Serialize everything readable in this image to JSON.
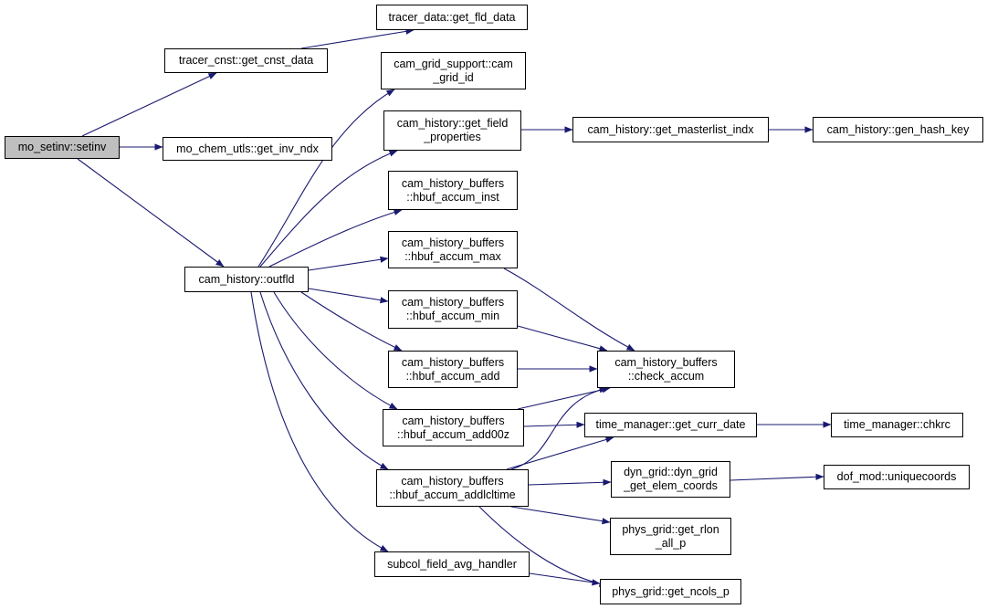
{
  "colors": {
    "edge": "#191970",
    "root_fill": "#bfbfbf",
    "node_fill": "#ffffff"
  },
  "nodes": [
    {
      "id": "setinv",
      "lines": [
        "mo_setinv::setinv"
      ],
      "root": true
    },
    {
      "id": "get_cnst_data",
      "lines": [
        "tracer_cnst::get_cnst_data"
      ]
    },
    {
      "id": "get_inv_ndx",
      "lines": [
        "mo_chem_utls::get_inv_ndx"
      ]
    },
    {
      "id": "outfld",
      "lines": [
        "cam_history::outfld"
      ]
    },
    {
      "id": "get_fld_data",
      "lines": [
        "tracer_data::get_fld_data"
      ]
    },
    {
      "id": "cam_grid_id",
      "lines": [
        "cam_grid_support::cam",
        "_grid_id"
      ]
    },
    {
      "id": "get_field_properties",
      "lines": [
        "cam_history::get_field",
        "_properties"
      ]
    },
    {
      "id": "hbuf_accum_inst",
      "lines": [
        "cam_history_buffers",
        "::hbuf_accum_inst"
      ]
    },
    {
      "id": "hbuf_accum_max",
      "lines": [
        "cam_history_buffers",
        "::hbuf_accum_max"
      ]
    },
    {
      "id": "hbuf_accum_min",
      "lines": [
        "cam_history_buffers",
        "::hbuf_accum_min"
      ]
    },
    {
      "id": "hbuf_accum_add",
      "lines": [
        "cam_history_buffers",
        "::hbuf_accum_add"
      ]
    },
    {
      "id": "hbuf_accum_add00z",
      "lines": [
        "cam_history_buffers",
        "::hbuf_accum_add00z"
      ]
    },
    {
      "id": "hbuf_accum_addlcltime",
      "lines": [
        "cam_history_buffers",
        "::hbuf_accum_addlcltime"
      ]
    },
    {
      "id": "subcol_field_avg_handler",
      "lines": [
        "subcol_field_avg_handler"
      ]
    },
    {
      "id": "get_masterlist_indx",
      "lines": [
        "cam_history::get_masterlist_indx"
      ]
    },
    {
      "id": "gen_hash_key",
      "lines": [
        "cam_history::gen_hash_key"
      ]
    },
    {
      "id": "check_accum",
      "lines": [
        "cam_history_buffers",
        "::check_accum"
      ]
    },
    {
      "id": "get_curr_date",
      "lines": [
        "time_manager::get_curr_date"
      ]
    },
    {
      "id": "chkrc",
      "lines": [
        "time_manager::chkrc"
      ]
    },
    {
      "id": "dyn_grid_get_elem_coords",
      "lines": [
        "dyn_grid::dyn_grid",
        "_get_elem_coords"
      ]
    },
    {
      "id": "uniquecoords",
      "lines": [
        "dof_mod::uniquecoords"
      ]
    },
    {
      "id": "get_rlon_all_p",
      "lines": [
        "phys_grid::get_rlon",
        "_all_p"
      ]
    },
    {
      "id": "get_ncols_p",
      "lines": [
        "phys_grid::get_ncols_p"
      ]
    }
  ],
  "edges": [
    {
      "from": "setinv",
      "to": "get_cnst_data"
    },
    {
      "from": "setinv",
      "to": "get_inv_ndx"
    },
    {
      "from": "setinv",
      "to": "outfld"
    },
    {
      "from": "get_cnst_data",
      "to": "get_fld_data"
    },
    {
      "from": "outfld",
      "to": "cam_grid_id"
    },
    {
      "from": "outfld",
      "to": "get_field_properties"
    },
    {
      "from": "outfld",
      "to": "hbuf_accum_inst"
    },
    {
      "from": "outfld",
      "to": "hbuf_accum_max"
    },
    {
      "from": "outfld",
      "to": "hbuf_accum_min"
    },
    {
      "from": "outfld",
      "to": "hbuf_accum_add"
    },
    {
      "from": "outfld",
      "to": "hbuf_accum_add00z"
    },
    {
      "from": "outfld",
      "to": "hbuf_accum_addlcltime"
    },
    {
      "from": "outfld",
      "to": "subcol_field_avg_handler"
    },
    {
      "from": "get_field_properties",
      "to": "get_masterlist_indx"
    },
    {
      "from": "get_masterlist_indx",
      "to": "gen_hash_key"
    },
    {
      "from": "hbuf_accum_max",
      "to": "check_accum"
    },
    {
      "from": "hbuf_accum_min",
      "to": "check_accum"
    },
    {
      "from": "hbuf_accum_add",
      "to": "check_accum"
    },
    {
      "from": "hbuf_accum_add00z",
      "to": "check_accum"
    },
    {
      "from": "hbuf_accum_add00z",
      "to": "get_curr_date"
    },
    {
      "from": "hbuf_accum_addlcltime",
      "to": "check_accum"
    },
    {
      "from": "hbuf_accum_addlcltime",
      "to": "get_curr_date"
    },
    {
      "from": "hbuf_accum_addlcltime",
      "to": "dyn_grid_get_elem_coords"
    },
    {
      "from": "hbuf_accum_addlcltime",
      "to": "get_rlon_all_p"
    },
    {
      "from": "hbuf_accum_addlcltime",
      "to": "get_ncols_p"
    },
    {
      "from": "subcol_field_avg_handler",
      "to": "get_ncols_p"
    },
    {
      "from": "get_curr_date",
      "to": "chkrc"
    },
    {
      "from": "dyn_grid_get_elem_coords",
      "to": "uniquecoords"
    }
  ]
}
